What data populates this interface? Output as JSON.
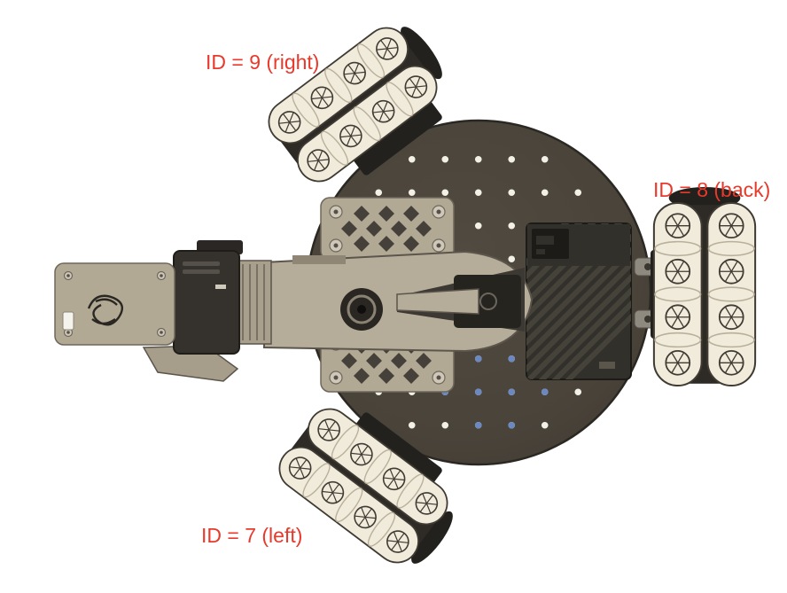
{
  "annotations": {
    "id9": "ID = 9 (right)",
    "id8": "ID = 8 (back)",
    "id7": "ID = 7 (left)"
  },
  "colors": {
    "label": "#e8392b",
    "plate": "#49433a",
    "wheel_roller": "#f1ebdc",
    "arm_tan": "#b5ac9a",
    "background": "#ffffff"
  }
}
